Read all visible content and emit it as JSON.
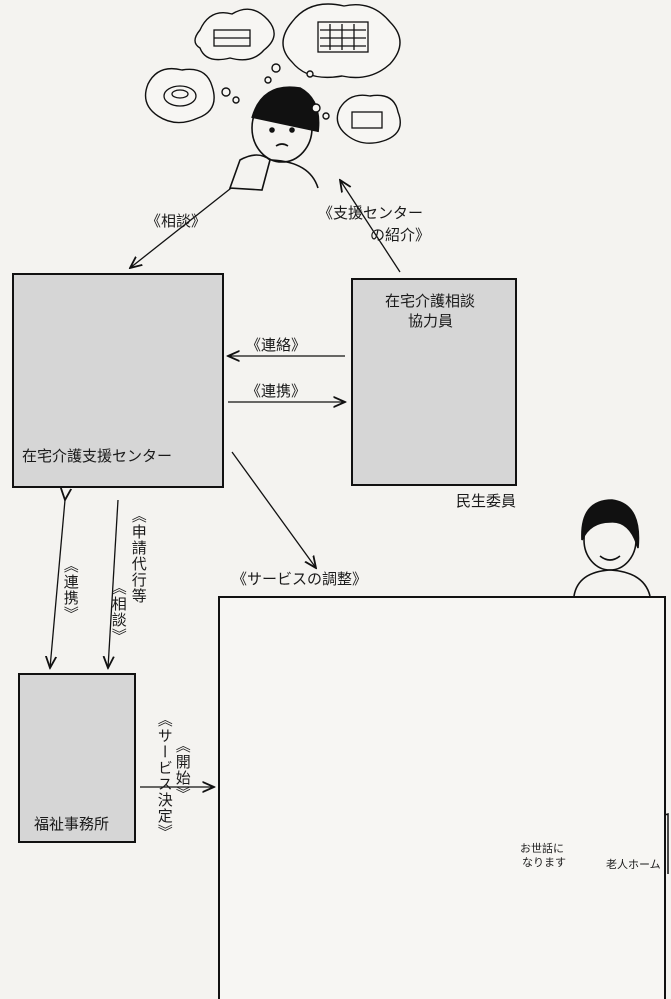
{
  "labels": {
    "soudan": "《相談》",
    "shien_line1": "《支援センター",
    "shien_line2": "の紹介》",
    "renraku": "《連絡》",
    "renkei_mid": "《連携》",
    "left_renkei": "《連携》",
    "shinsei": "《申請代行等",
    "soudan2": "《相談》",
    "kaishi": "《開始》",
    "service_kettei": "《サービス決定》",
    "service_chousei": "《サービスの調整》",
    "minsei": "民生委員"
  },
  "boxes": {
    "center": "在宅介護支援センター",
    "kyouryoku_line1": "在宅介護相談",
    "kyouryoku_line2": "協力員",
    "fukushi": "福祉事務所"
  },
  "bubbles": {
    "osewa_line1": "お世話に",
    "osewa_line2": "なります",
    "roujin_home": "老人ホーム"
  }
}
